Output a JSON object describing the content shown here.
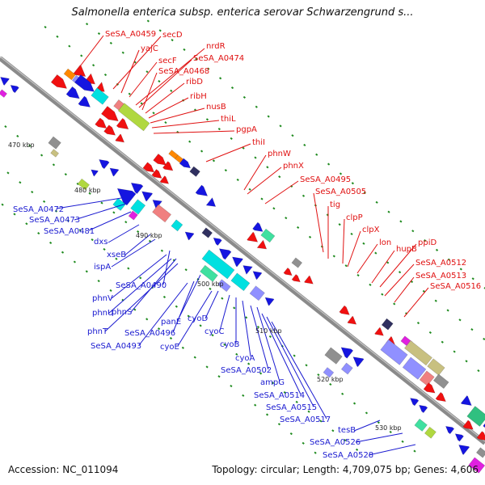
{
  "title": "Salmonella enterica subsp. enterica serovar Schwarzengrund s...",
  "footer": {
    "accession": "Accession: NC_011094",
    "topology": "Topology: circular; Length: 4,709,075 bp; Genes: 4,606"
  },
  "colors": {
    "backbone": "#8a8a8a",
    "forward_label": "#e01010",
    "reverse_label": "#1a1ad0",
    "tick_dot": "#1e8a1e",
    "feature_red": "#f01010",
    "feature_blue": "#1515e0"
  },
  "scale_ticks": [
    "470 kbp",
    "480 kbp",
    "490 kbp",
    "500 kbp",
    "510 kbp",
    "520 kbp",
    "530 kbp"
  ],
  "forward_labels": [
    "SeSA_A0459",
    "secD",
    "yajC",
    "nrdR",
    "secF",
    "SeSA_A0474",
    "SeSA_A0468",
    "ribD",
    "ribH",
    "nusB",
    "thiL",
    "pgpA",
    "thiI",
    "phnW",
    "phnX",
    "SeSA_A0495",
    "SeSA_A0505",
    "tig",
    "clpP",
    "clpX",
    "lon",
    "hupB",
    "ppiD",
    "SeSA_A0512",
    "SeSA_A0513",
    "SeSA_A0516"
  ],
  "reverse_labels": [
    "SeSA_A0472",
    "SeSA_A0473",
    "SeSA_A0481",
    "dxs",
    "xseB",
    "ispA",
    "SeSA_A0490",
    "phnV",
    "phnU",
    "phnS",
    "phnT",
    "panE",
    "SeSA_A0496",
    "SeSA_A0493",
    "cyoD",
    "cyoE",
    "cyoC",
    "cyoB",
    "cyoA",
    "SeSA_A0502",
    "ampG",
    "SeSA_A0514",
    "SeSA_A0515",
    "SeSA_A0517",
    "tesB",
    "SeSA_A0526",
    "SeSA_A0528"
  ]
}
